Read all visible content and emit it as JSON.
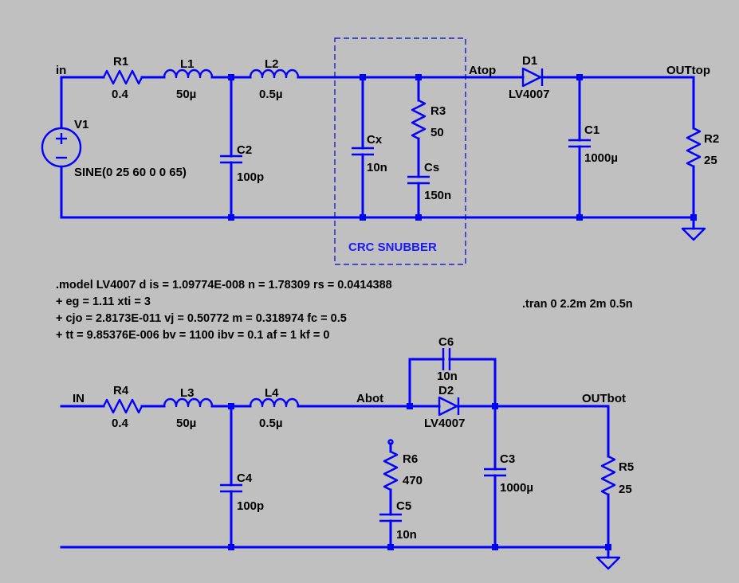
{
  "top_circuit": {
    "net_in": "in",
    "net_atop": "Atop",
    "net_out": "OUTtop",
    "V1": {
      "name": "V1",
      "value": "SINE(0 25 60 0 0 65)"
    },
    "R1": {
      "name": "R1",
      "value": "0.4"
    },
    "L1": {
      "name": "L1",
      "value": "50µ"
    },
    "L2": {
      "name": "L2",
      "value": "0.5µ"
    },
    "C2": {
      "name": "C2",
      "value": "100p"
    },
    "Cx": {
      "name": "Cx",
      "value": "10n"
    },
    "R3": {
      "name": "R3",
      "value": "50"
    },
    "Cs": {
      "name": "Cs",
      "value": "150n"
    },
    "D1": {
      "name": "D1",
      "value": "LV4007"
    },
    "C1": {
      "name": "C1",
      "value": "1000µ"
    },
    "R2": {
      "name": "R2",
      "value": "25"
    },
    "snubber_label": "CRC SNUBBER"
  },
  "directives": {
    "model_lines": [
      ".model LV4007 d is = 1.09774E-008 n = 1.78309 rs = 0.0414388",
      "+ eg = 1.11 xti = 3",
      "+ cjo = 2.8173E-011 vj = 0.50772 m = 0.318974 fc = 0.5",
      "+ tt = 9.85376E-006 bv = 1100 ibv = 0.1 af = 1 kf = 0"
    ],
    "tran": ".tran 0 2.2m 2m 0.5n"
  },
  "bottom_circuit": {
    "net_in": "IN",
    "net_abot": "Abot",
    "net_out": "OUTbot",
    "R4": {
      "name": "R4",
      "value": "0.4"
    },
    "L3": {
      "name": "L3",
      "value": "50µ"
    },
    "L4": {
      "name": "L4",
      "value": "0.5µ"
    },
    "C4": {
      "name": "C4",
      "value": "100p"
    },
    "C6": {
      "name": "C6",
      "value": "10n"
    },
    "D2": {
      "name": "D2",
      "value": "LV4007"
    },
    "R6": {
      "name": "R6",
      "value": "470"
    },
    "C5": {
      "name": "C5",
      "value": "10n"
    },
    "C3": {
      "name": "C3",
      "value": "1000µ"
    },
    "R5": {
      "name": "R5",
      "value": "25"
    }
  },
  "colors": {
    "background": "#c0c0c0",
    "wire": "#0000ff",
    "text": "#000000",
    "snubber_text": "#1a1aff"
  }
}
